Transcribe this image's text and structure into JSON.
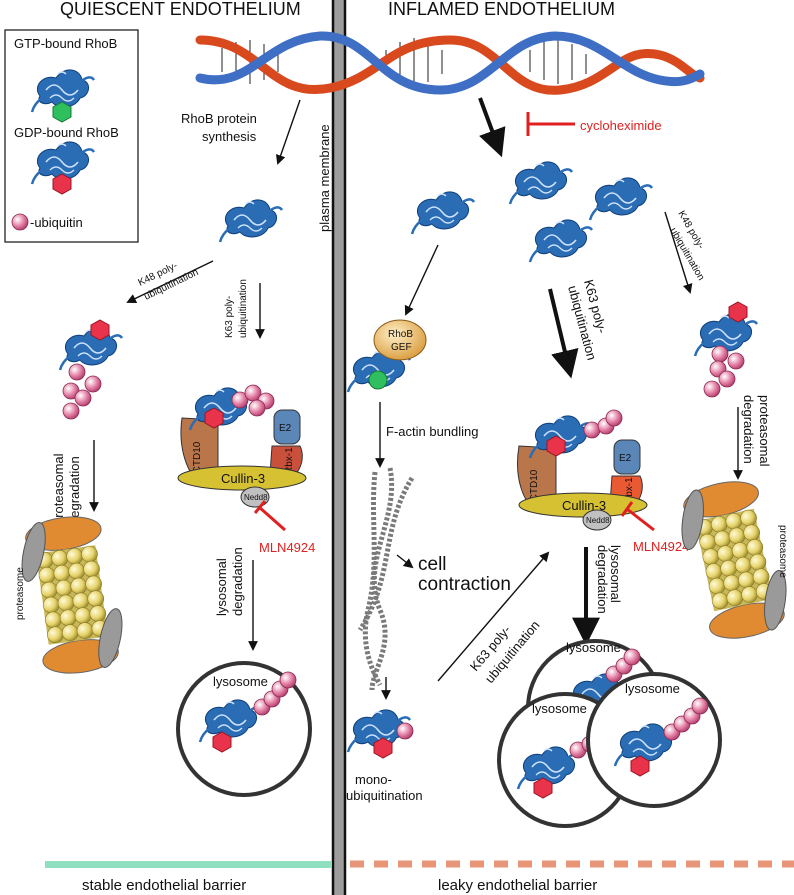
{
  "headers": {
    "left": "QUIESCENT ENDOTHELIUM",
    "right": "INFLAMED ENDOTHELIUM"
  },
  "legend": {
    "gtp": "GTP-bound RhoB",
    "gdp": "GDP-bound RhoB",
    "ubiquitin": "-ubiquitin"
  },
  "membrane": "plasma membrane",
  "left": {
    "synthesis": [
      "RhoB protein",
      "synthesis"
    ],
    "k48": [
      "K48 poly-",
      "ubiquitination"
    ],
    "k63": [
      "K63 poly-",
      "ubiquitination"
    ],
    "proteasomal": [
      "proteasomal",
      "degradation"
    ],
    "proteasome": "proteasome",
    "lysosomal": [
      "lysosomal",
      "degradation"
    ],
    "lysosome": "lysosome",
    "inhibitor": "MLN4924",
    "complex": {
      "kctd": "KCTD10",
      "e2": "E2",
      "rbx": "Rbx-1",
      "cullin": "Cullin-3",
      "nedd": "Nedd8"
    },
    "barrier": "stable  endothelial barrier"
  },
  "right": {
    "inhibitor_top": "cycloheximide",
    "k48": [
      "K48 poly-",
      "ubiquitination"
    ],
    "k63_main": [
      "K63 poly-",
      "ubiquitination"
    ],
    "gef": [
      "RhoB",
      "GEF"
    ],
    "factin": "F-actin bundling",
    "cell": "cell",
    "contraction": "contraction",
    "k63_diag": [
      "K63 poly-",
      "ubiquitination"
    ],
    "mono": [
      "mono-",
      "ubiquitination"
    ],
    "proteasomal": [
      "proteasomal",
      "degradation"
    ],
    "proteasome": "proteasome",
    "lysosomal": [
      "lysosomal",
      "degradation"
    ],
    "lysosome": "lysosome",
    "inhibitor": "MLN4924",
    "complex": {
      "kctd": "KCTD10",
      "e2": "E2",
      "rbx": "Rbx-1",
      "cullin": "Cullin-3",
      "nedd": "Nedd8"
    },
    "barrier": "leaky  endothelial barrier"
  },
  "colors": {
    "protein": "#2a6db5",
    "gtp": "#2fbf5f",
    "gdp": "#e8334a",
    "ubiquitin": "#e585a8",
    "dna_red": "#d8491e",
    "dna_blue": "#3f6fc4",
    "stable_bar": "#8fe0c0",
    "leaky_bar": "#e8957a",
    "inhibitor": "#e02020"
  }
}
